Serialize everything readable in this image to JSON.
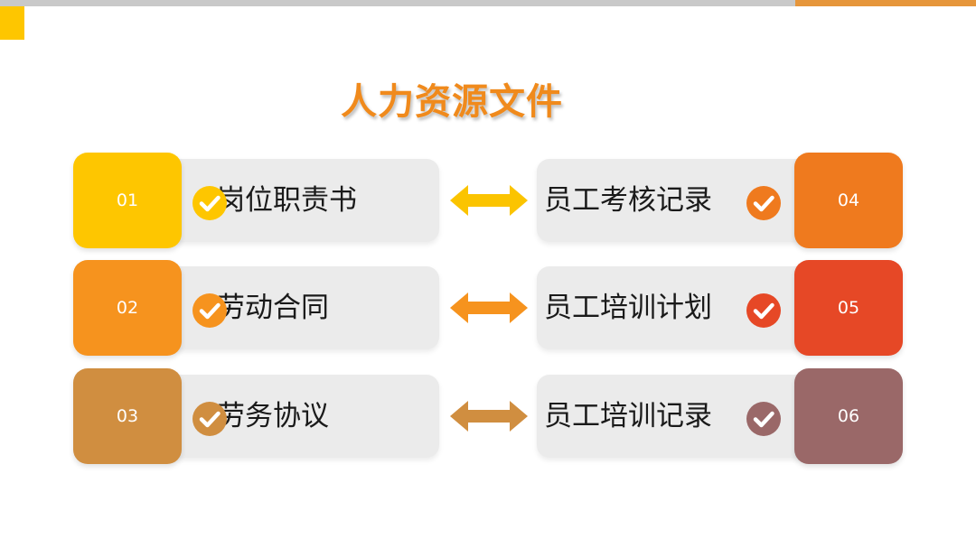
{
  "title": "人力资源文件",
  "colors": {
    "title": "#f08a1c",
    "card_bg": "#ebebeb",
    "topbar_gray": "#c9c9c9",
    "topbar_orange": "#e6963b",
    "corner": "#fec600"
  },
  "rows": [
    {
      "left": {
        "number": "01",
        "label": "岗位职责书",
        "color": "#fec600",
        "check_icon": "check-circle-icon"
      },
      "right": {
        "number": "04",
        "label": "员工考核记录",
        "color": "#ef7a1e",
        "check_icon": "check-circle-icon"
      },
      "arrow_color": "#fbc400",
      "arrow_icon": "double-arrow-icon"
    },
    {
      "left": {
        "number": "02",
        "label": "劳动合同",
        "color": "#f6931e",
        "check_icon": "check-circle-icon"
      },
      "right": {
        "number": "05",
        "label": "员工培训计划",
        "color": "#e64826",
        "check_icon": "check-circle-icon"
      },
      "arrow_color": "#f6931e",
      "arrow_icon": "double-arrow-icon"
    },
    {
      "left": {
        "number": "03",
        "label": "劳务协议",
        "color": "#d08e40",
        "check_icon": "check-circle-icon"
      },
      "right": {
        "number": "06",
        "label": "员工培训记录",
        "color": "#9a6868",
        "check_icon": "check-circle-icon"
      },
      "arrow_color": "#d08e40",
      "arrow_icon": "double-arrow-icon"
    }
  ]
}
